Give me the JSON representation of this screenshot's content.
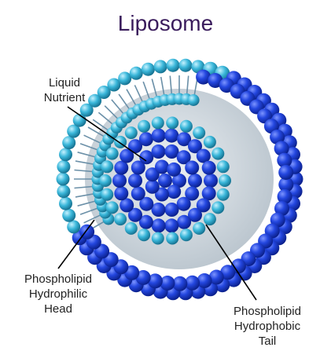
{
  "title": "Liposome",
  "labels": {
    "liquid": [
      "Liquid",
      "Nutrient"
    ],
    "head": [
      "Phospholipid",
      "Hydrophilic",
      "Head"
    ],
    "tail": [
      "Phospholipid",
      "Hydrophobic",
      "Tail"
    ]
  },
  "colors": {
    "title": "#3a1c5c",
    "head_dark": "#1f3fd6",
    "head_light": "#34b6d9",
    "tail": "#6b90a8",
    "interior": "#d7dde2",
    "pointer": "#000000"
  }
}
